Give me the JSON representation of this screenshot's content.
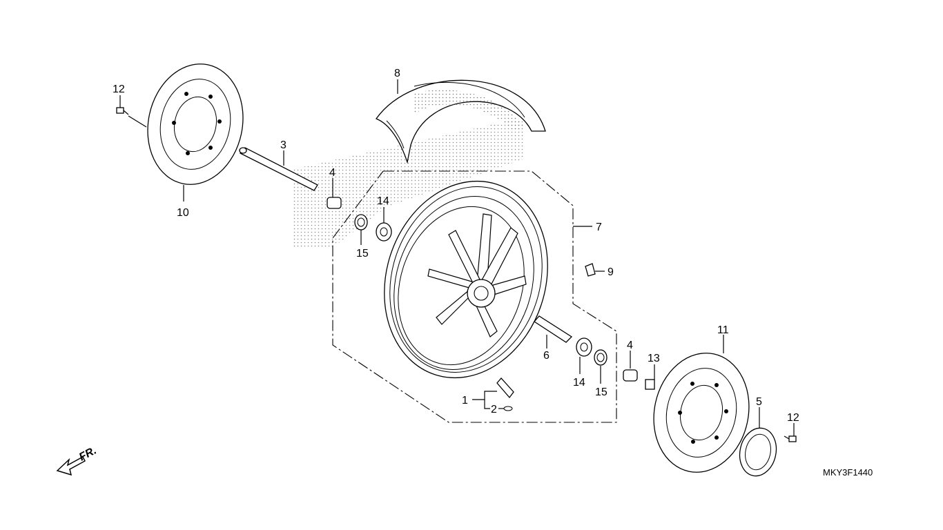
{
  "diagram": {
    "code": "MKY3F1440",
    "direction_label": "FR.",
    "callouts": {
      "c1": "1",
      "c2": "2",
      "c3": "3",
      "c4a": "4",
      "c4b": "4",
      "c5": "5",
      "c6": "6",
      "c7": "7",
      "c8": "8",
      "c9": "9",
      "c10": "10",
      "c11": "11",
      "c12a": "12",
      "c12b": "12",
      "c13": "13",
      "c14a": "14",
      "c14b": "14",
      "c15a": "15",
      "c15b": "15"
    }
  }
}
